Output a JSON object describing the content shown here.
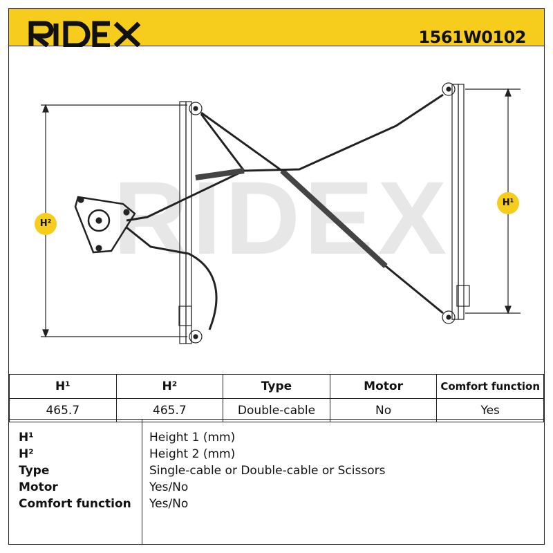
{
  "header": {
    "brand": "RIDEX",
    "part_number": "1561W0102"
  },
  "drawing": {
    "watermark": "RIDEX",
    "h1_label": "H¹",
    "h2_label": "H²"
  },
  "spec_table": {
    "columns": [
      "H¹",
      "H²",
      "Type",
      "Motor",
      "Comfort function"
    ],
    "values": [
      "465.7",
      "465.7",
      "Double-cable",
      "No",
      "Yes"
    ]
  },
  "legend": {
    "items": [
      {
        "term": "H¹",
        "definition": "Height 1 (mm)"
      },
      {
        "term": "H²",
        "definition": "Height 2 (mm)"
      },
      {
        "term": "Type",
        "definition": "Single-cable or Double-cable or Scissors"
      },
      {
        "term": "Motor",
        "definition": "Yes/No"
      },
      {
        "term": "Comfort function",
        "definition": "Yes/No"
      }
    ]
  },
  "colors": {
    "brand_yellow": "#f6cc1d",
    "line": "#222222",
    "watermark": "#e6e6e6"
  }
}
